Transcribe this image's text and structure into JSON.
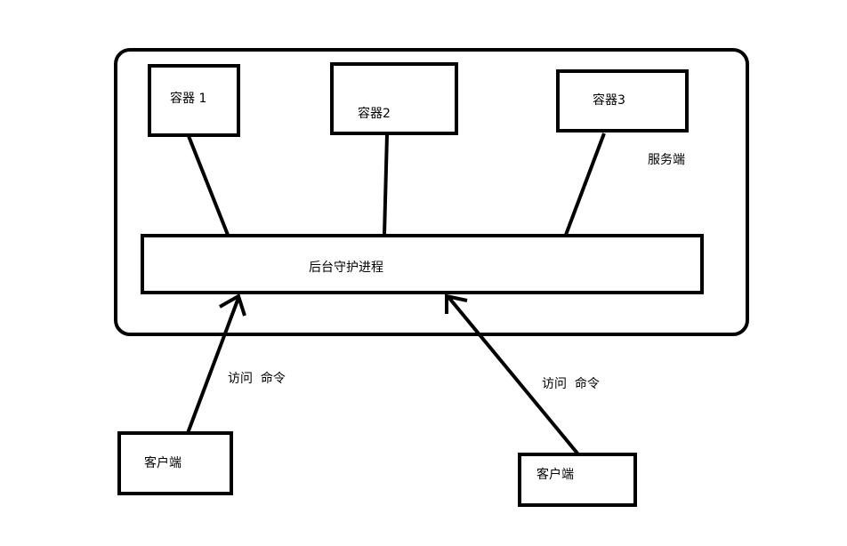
{
  "diagram": {
    "server_label": "服务端",
    "daemon_label": "后台守护进程",
    "containers": [
      {
        "label": "容器 1"
      },
      {
        "label": "容器2"
      },
      {
        "label": "容器3"
      }
    ],
    "clients": [
      {
        "label": "客户端",
        "edge_label": "访问  命令"
      },
      {
        "label": "客户端",
        "edge_label": "访问  命令"
      }
    ]
  },
  "colors": {
    "stroke": "#000000",
    "background": "#ffffff",
    "text": "#000000"
  }
}
